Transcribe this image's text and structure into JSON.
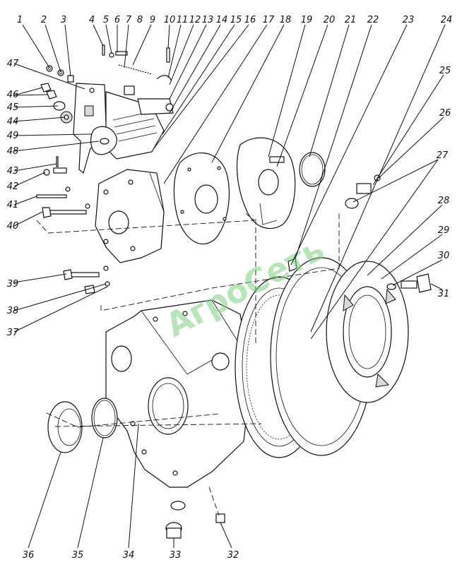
{
  "labels": [
    "1",
    "2",
    "3",
    "4",
    "5",
    "6",
    "7",
    "8",
    "9",
    "10",
    "11",
    "12",
    "13",
    "14",
    "15",
    "16",
    "17",
    "18",
    "19",
    "20",
    "21",
    "22",
    "23",
    "24",
    "25",
    "26",
    "27",
    "28",
    "29",
    "30",
    "31",
    "32",
    "33",
    "34",
    "35",
    "36",
    "37",
    "38",
    "39",
    "40",
    "41",
    "42",
    "43",
    "44",
    "45",
    "46",
    "47",
    "48",
    "49"
  ],
  "watermark": "АгроСеть",
  "colors": {
    "ink": "#111111",
    "watermark": "#7fd17f",
    "paper": "#ffffff"
  }
}
